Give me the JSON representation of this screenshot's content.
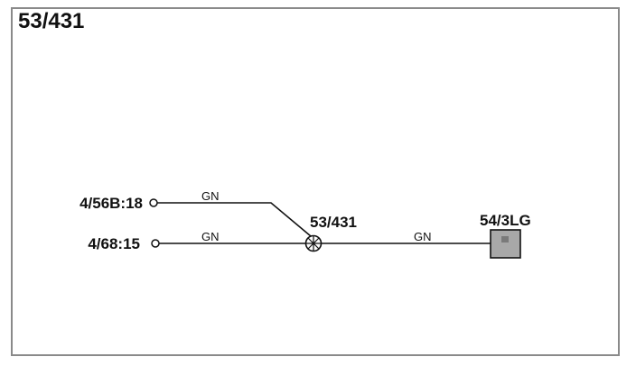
{
  "diagram": {
    "title": "53/431",
    "pins": {
      "top": "4/56B:18",
      "bottom": "4/68:15"
    },
    "wires": {
      "top": "GN",
      "bottom": "GN",
      "out": "GN"
    },
    "splice": {
      "label": "53/431"
    },
    "connector": {
      "label": "54/3LG"
    },
    "colors": {
      "wire": "#111111",
      "connector_fill": "#a8a8a8",
      "frame": "#8a8a8a"
    }
  }
}
